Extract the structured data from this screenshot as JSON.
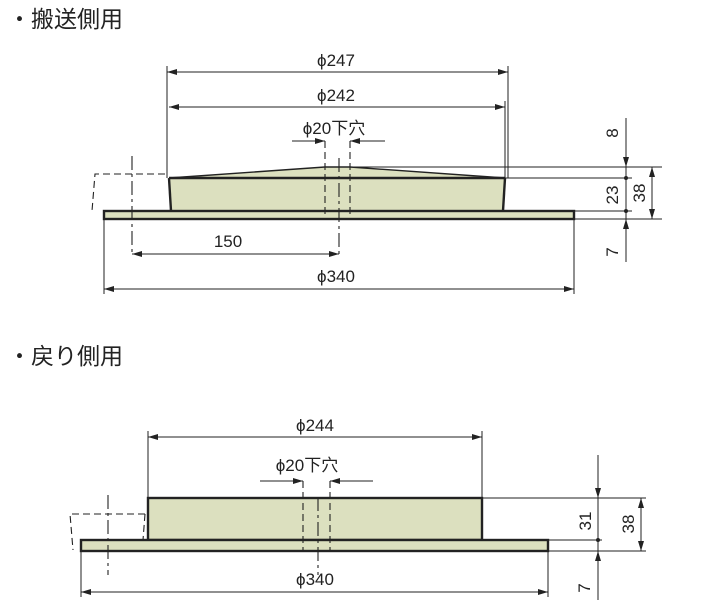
{
  "colors": {
    "part_fill": "#dce0bf",
    "line": "#222222"
  },
  "conveyor_side": {
    "title": "・搬送側用",
    "dim_outer_top": "ϕ247",
    "dim_top": "ϕ242",
    "dim_hole": "ϕ20下穴",
    "dim_offset": "150",
    "dim_base": "ϕ340",
    "dim_cone": "8",
    "dim_body": "23",
    "dim_total": "38",
    "dim_base_thickness": "7"
  },
  "return_side": {
    "title": "・戻り側用",
    "dim_top": "ϕ244",
    "dim_hole": "ϕ20下穴",
    "dim_base": "ϕ340",
    "dim_body": "31",
    "dim_total": "38",
    "dim_base_thickness": "7"
  }
}
